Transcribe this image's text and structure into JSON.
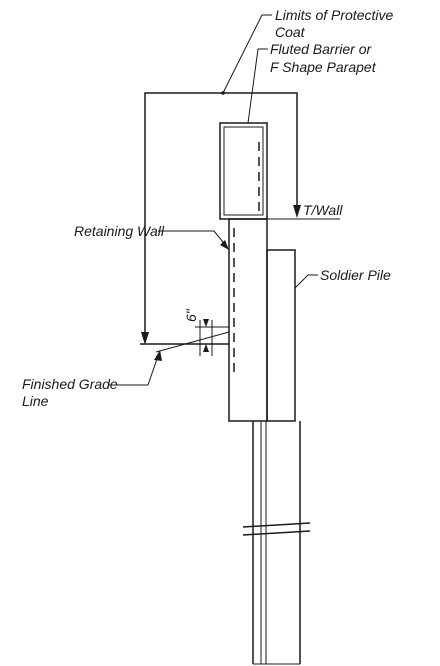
{
  "labels": {
    "limits_line1": "Limits of Protective",
    "limits_line2": "Coat",
    "barrier_line1": "Fluted Barrier or",
    "barrier_line2": "F Shape Parapet",
    "top_of_wall": "T/Wall",
    "retaining_wall": "Retaining Wall",
    "soldier_pile": "Soldier Pile",
    "dimension": "6\"",
    "grade_line1": "Finished Grade",
    "grade_line2": "Line"
  },
  "colors": {
    "ink": "#1a1a1a",
    "paper": "#ffffff"
  }
}
